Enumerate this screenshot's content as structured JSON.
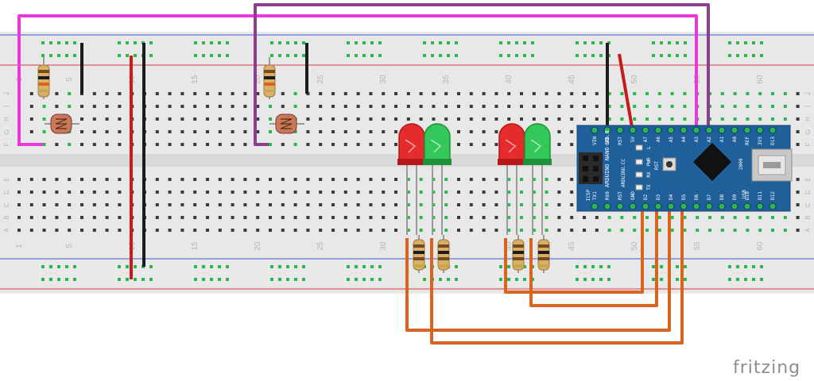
{
  "brand": {
    "text": "fritzing",
    "color": "#8f8f8f"
  },
  "breadboard": {
    "column_labels": [
      "1",
      "5",
      "10",
      "15",
      "20",
      "25",
      "30",
      "35",
      "40",
      "45",
      "50",
      "55",
      "60"
    ],
    "row_labels_top": [
      "J",
      "I",
      "H",
      "G",
      "F"
    ],
    "row_labels_bottom": [
      "E",
      "D",
      "C",
      "B",
      "A"
    ],
    "colors": {
      "board": "#e8e8e8",
      "hole": "#3b3b3b",
      "used_hole": "#2db84b",
      "rail_red": "#d63c3c",
      "rail_blue": "#3c55d6"
    }
  },
  "arduino": {
    "name": "ARDUINO NANO V3.0",
    "brand_line": "ARDUINO.CC",
    "year": "2009",
    "usb": "USB",
    "icsp": "ICSP",
    "rst_button": "RST",
    "leds": [
      "L",
      "PWR",
      "RX",
      "TX"
    ],
    "top_pins": [
      "VIN",
      "GND",
      "RST",
      "5V",
      "A7",
      "A6",
      "A5",
      "A4",
      "A3",
      "A2",
      "A1",
      "A0",
      "REF",
      "3V3",
      "D13"
    ],
    "bottom_pins": [
      "TX1",
      "RX0",
      "RST",
      "GND",
      "D2",
      "D3",
      "D4",
      "D5",
      "D6",
      "D7",
      "D8",
      "D9",
      "D10",
      "D11",
      "D12"
    ],
    "color": "#1f5f9a"
  },
  "leds": [
    {
      "color": "red"
    },
    {
      "color": "green"
    },
    {
      "color": "red"
    },
    {
      "color": "green"
    }
  ],
  "wire_colors": {
    "magenta": "#e93ad9",
    "purple": "#8c3f8c",
    "orange": "#d9641e",
    "black": "#1c1c1c",
    "red": "#c81c1c"
  }
}
